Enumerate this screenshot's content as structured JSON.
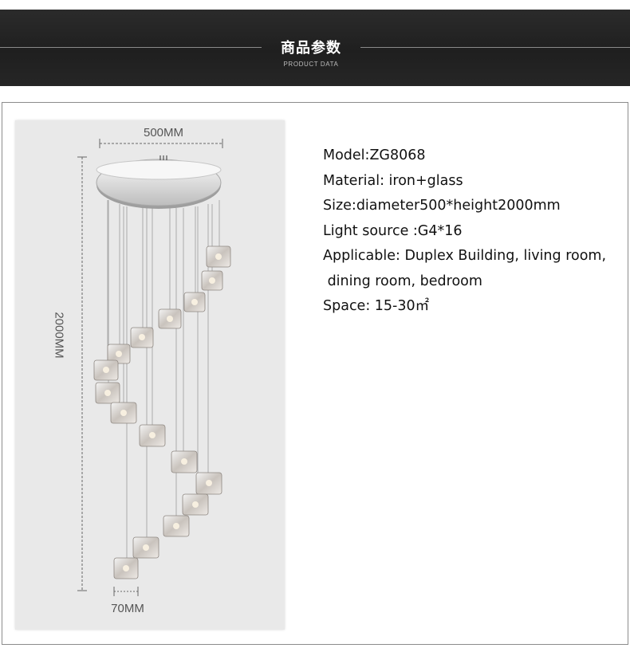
{
  "header": {
    "title": "商品参数",
    "subtitle": "PRODUCT DATA"
  },
  "diagram": {
    "width_label": "500MM",
    "height_label": "2000MM",
    "cube_label": "70MM"
  },
  "specs": [
    "Model:ZG8068",
    "Material: iron+glass",
    "Size:diameter500*height2000mm",
    "Light source :G4*16",
    "Applicable: Duplex Building, living room,",
    " dining room, bedroom",
    "Space: 15-30㎡"
  ],
  "colors": {
    "header_bg": "#222222",
    "panel_bg": "#e9e9e9"
  }
}
